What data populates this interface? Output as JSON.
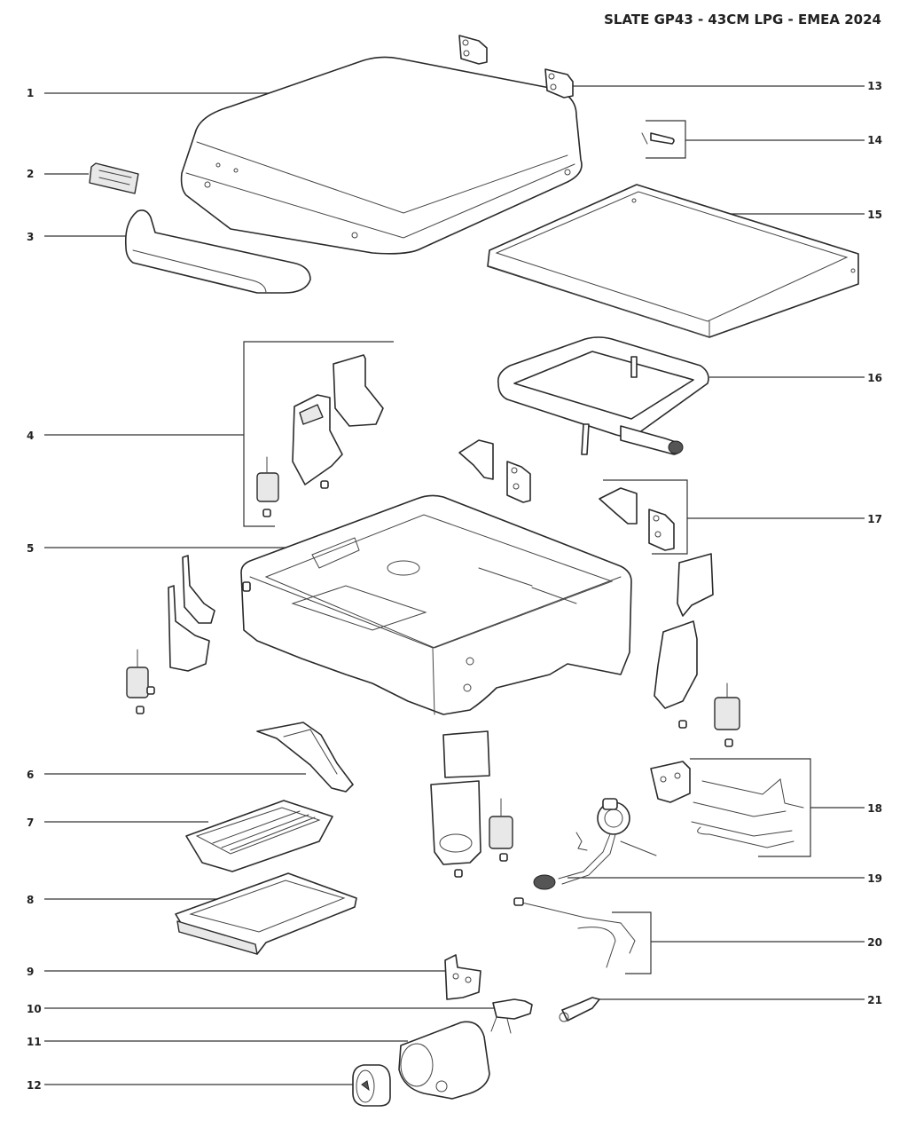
{
  "title": "SLATE GP43 - 43CM LPG - EMEA 2024",
  "callouts": [
    {
      "number": "1"
    },
    {
      "number": "2"
    },
    {
      "number": "3"
    },
    {
      "number": "4"
    },
    {
      "number": "5"
    },
    {
      "number": "6"
    },
    {
      "number": "7"
    },
    {
      "number": "8"
    },
    {
      "number": "9"
    },
    {
      "number": "10"
    },
    {
      "number": "11"
    },
    {
      "number": "12"
    },
    {
      "number": "13"
    },
    {
      "number": "14"
    },
    {
      "number": "15"
    },
    {
      "number": "16"
    },
    {
      "number": "17"
    },
    {
      "number": "18"
    },
    {
      "number": "19"
    },
    {
      "number": "20"
    },
    {
      "number": "21"
    }
  ]
}
